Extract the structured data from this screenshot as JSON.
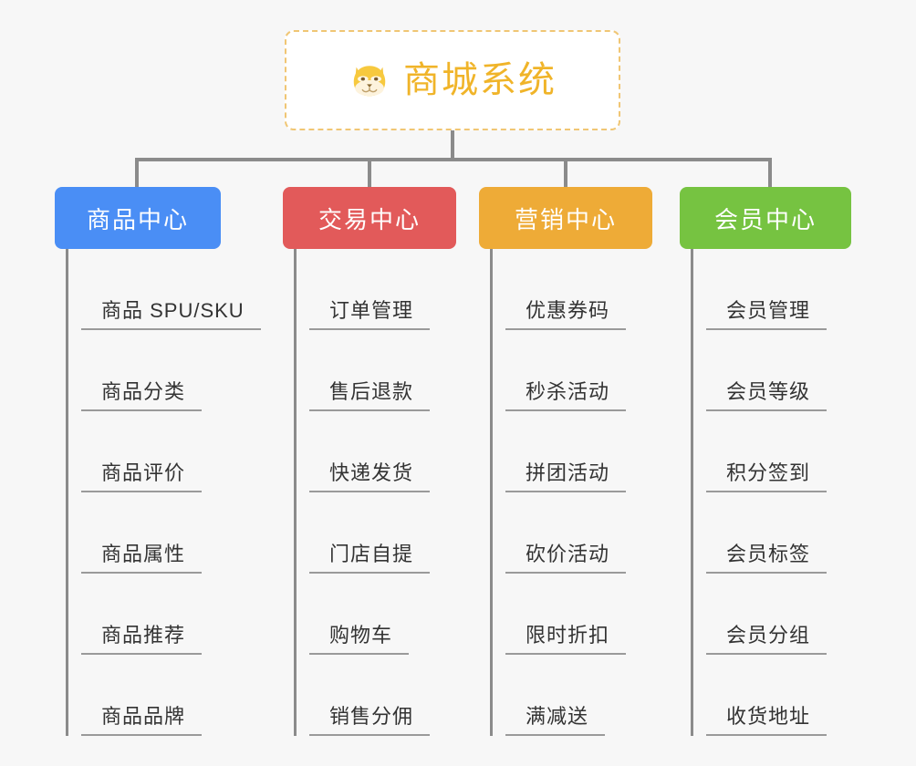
{
  "diagram": {
    "type": "org-chart",
    "background_color": "#f7f7f7",
    "root": {
      "title": "商城系统",
      "icon": "dog-face-icon",
      "border_color": "#f0c674",
      "text_color": "#f0b429"
    },
    "connector_color": "#8b8b8b",
    "branches": [
      {
        "label": "商品中心",
        "color": "#4a8ef5",
        "items": [
          "商品 SPU/SKU",
          "商品分类",
          "商品评价",
          "商品属性",
          "商品推荐",
          "商品品牌"
        ]
      },
      {
        "label": "交易中心",
        "color": "#e25a5a",
        "items": [
          "订单管理",
          "售后退款",
          "快递发货",
          "门店自提",
          "购物车",
          "销售分佣"
        ]
      },
      {
        "label": "营销中心",
        "color": "#eeab37",
        "items": [
          "优惠券码",
          "秒杀活动",
          "拼团活动",
          "砍价活动",
          "限时折扣",
          "满减送"
        ]
      },
      {
        "label": "会员中心",
        "color": "#76c341",
        "items": [
          "会员管理",
          "会员等级",
          "积分签到",
          "会员标签",
          "会员分组",
          "收货地址"
        ]
      }
    ]
  }
}
